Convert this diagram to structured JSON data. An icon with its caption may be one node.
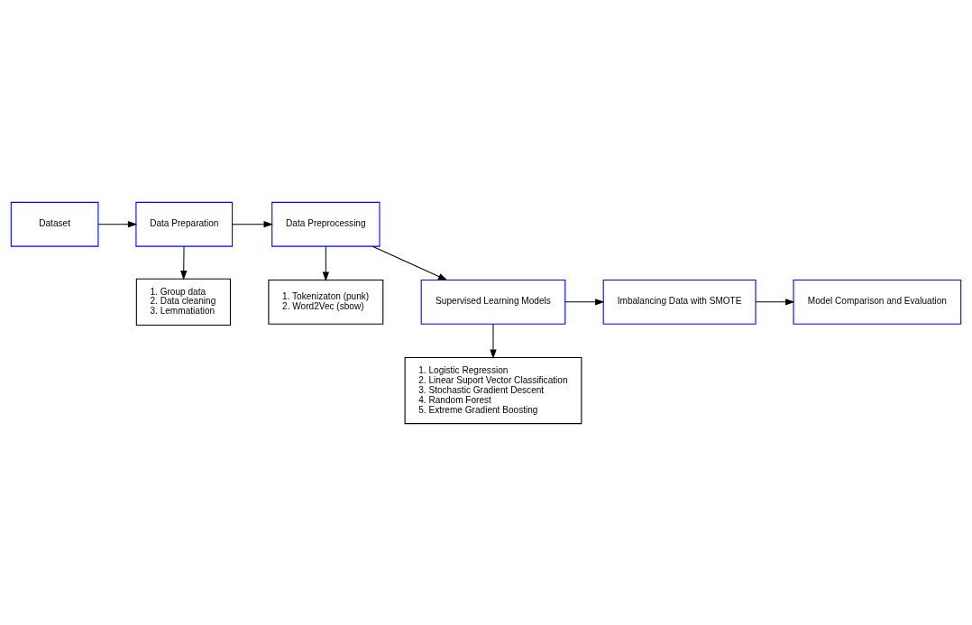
{
  "diagram": {
    "nodes": [
      {
        "text": [
          "Dataset"
        ]
      },
      {
        "text": [
          "Data Preparation"
        ]
      },
      {
        "text": [
          "1. Group data",
          "2. Data cleaning",
          "3. Lemmatiation"
        ]
      },
      {
        "text": [
          "Data Preprocessing"
        ]
      },
      {
        "text": [
          "1. Tokenizaton (punk)",
          "2. Word2Vec (sbow)"
        ]
      },
      {
        "text": [
          "Supervised Learning Models"
        ]
      },
      {
        "text": [
          "1. Logistic Regression",
          "2. Linear Suport Vector Classification",
          "3. Stochastic Gradient Descent",
          "4. Random Forest",
          "5. Extreme Gradient Boosting"
        ]
      },
      {
        "text": [
          "Imbalancing Data with SMOTE"
        ]
      },
      {
        "text": [
          "Model Comparison and Evaluation"
        ]
      }
    ],
    "edges": [
      {
        "from": 0,
        "to": 1,
        "arrow": "to"
      },
      {
        "from": 1,
        "to": 2,
        "arrow": "to"
      },
      {
        "from": 1,
        "to": 3,
        "arrow": "to"
      },
      {
        "from": 3,
        "to": 4,
        "arrow": "to"
      },
      {
        "from": 3,
        "to": 5,
        "arrow": "to"
      },
      {
        "from": 5,
        "to": 6,
        "arrow": "to"
      },
      {
        "from": 5,
        "to": 7,
        "arrow": "to"
      },
      {
        "from": 7,
        "to": 8,
        "arrow": "to"
      }
    ]
  }
}
